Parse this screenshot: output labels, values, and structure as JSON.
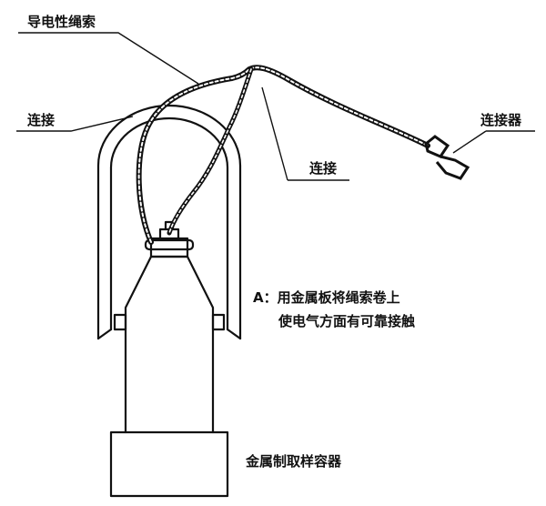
{
  "labels": {
    "cable": "导电性绳索",
    "connect_left": "连接",
    "connect_middle": "连接",
    "connector": "连接器",
    "container": "金属制取样容器"
  },
  "note": {
    "line1": "A：用金属板将绳索卷上",
    "line2": "使电气方面有可靠接触"
  },
  "colors": {
    "ink": "#111111",
    "background": "#ffffff"
  }
}
